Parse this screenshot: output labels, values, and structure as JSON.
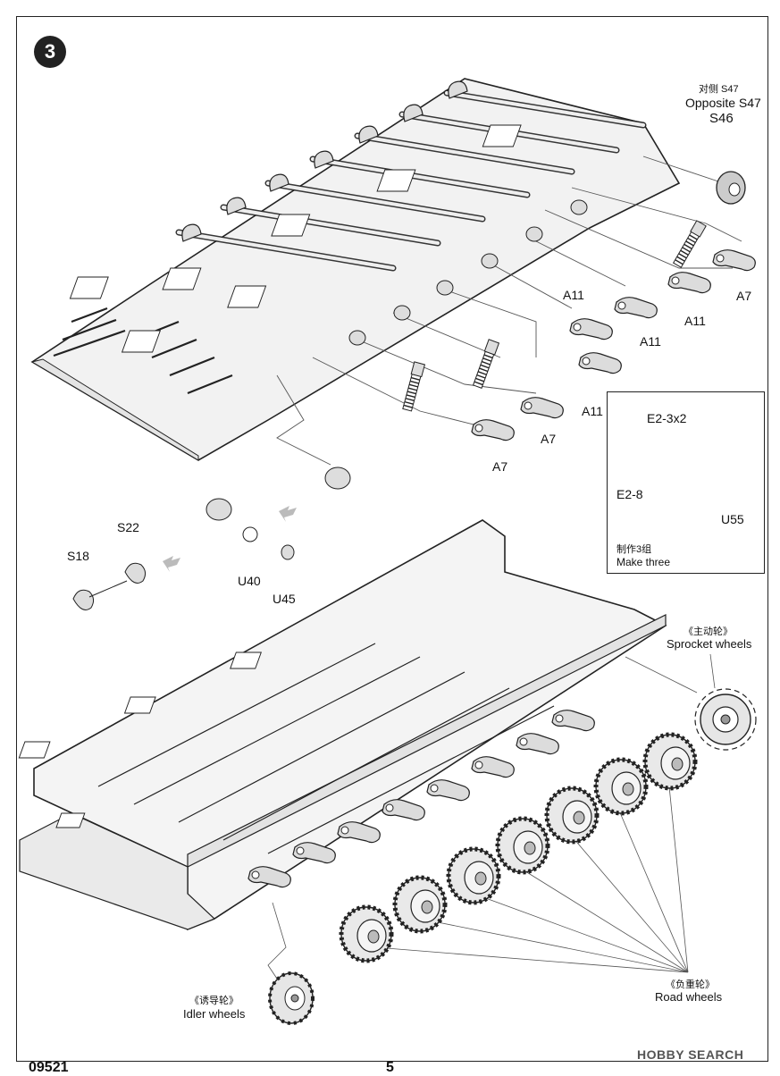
{
  "step": {
    "number": "3"
  },
  "labels": {
    "opposite_cn": "对侧 S47",
    "opposite_en": "Opposite S47",
    "s46": "S46",
    "a7_right": "A7",
    "a11_a": "A11",
    "a11_b": "A11",
    "a11_c": "A11",
    "a11_d": "A11",
    "a7_mid": "A7",
    "a7_low": "A7",
    "s22": "S22",
    "s18": "S18",
    "u40": "U40",
    "u45": "U45",
    "sprocket_cn": "《主动轮》",
    "sprocket_en": "Sprocket wheels",
    "road_cn": "《负重轮》",
    "road_en": "Road wheels",
    "idler_cn": "《诱导轮》",
    "idler_en": "Idler wheels"
  },
  "inset": {
    "e2_3x2": "E2-3x2",
    "e2_8": "E2-8",
    "u55": "U55",
    "make_cn": "制作3组",
    "make_en": "Make three"
  },
  "footer": {
    "code": "09521",
    "page": "5",
    "watermark": "HOBBY SEARCH"
  }
}
